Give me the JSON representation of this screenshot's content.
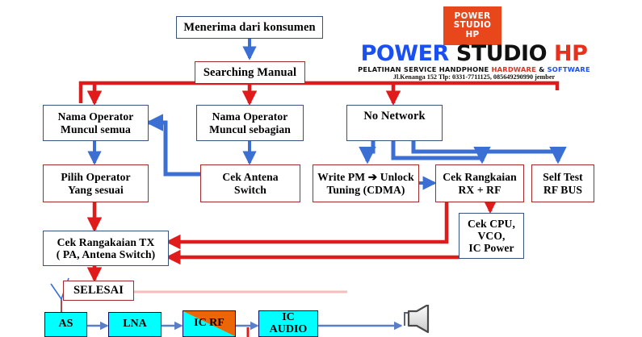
{
  "logo": {
    "mark_line1": "POWER",
    "mark_line2": "STUDIO",
    "mark_line3": "HP",
    "word1": "POWER",
    "word2": "STUDIO",
    "word3": "HP",
    "tagline_1": "PELATIHAN SERVICE HANDPHONE ",
    "tagline_hardware": "HARDWARE",
    "tagline_amp": " & ",
    "tagline_software": "SOFTWARE",
    "address": "Jl.Kenanga 152 Tlp: 0331-7711125, 085649290990 jember",
    "colors": {
      "mark_bg": "#e8471c",
      "blue": "#1b4ff0",
      "dark": "#111111",
      "red": "#e8301c"
    }
  },
  "flow": {
    "nodes": [
      {
        "id": "menerima",
        "label": "Menerima dari konsumen",
        "border": "navy"
      },
      {
        "id": "searching",
        "label": "Searching Manual",
        "border": "red"
      },
      {
        "id": "op_semua",
        "label": "Nama Operator\nMuncul semua",
        "border": "navy"
      },
      {
        "id": "op_sebagian",
        "label": "Nama Operator\nMuncul sebagian",
        "border": "navy"
      },
      {
        "id": "no_network",
        "label": "No Network",
        "border": "navy"
      },
      {
        "id": "pilih_op",
        "label": "Pilih Operator\nYang sesuai",
        "border": "red"
      },
      {
        "id": "cek_antena",
        "label": "Cek Antena\nSwitch",
        "border": "red"
      },
      {
        "id": "write_pm",
        "label": "Write PM ➔ Unlock\nTuning (CDMA)",
        "border": "red"
      },
      {
        "id": "cek_rx_rf",
        "label": "Cek Rangkaian\nRX + RF",
        "border": "red"
      },
      {
        "id": "self_test",
        "label": "Self Test\nRF BUS",
        "border": "red"
      },
      {
        "id": "cek_cpu",
        "label": "Cek CPU,\nVCO,\nIC Power",
        "border": "navy"
      },
      {
        "id": "cek_tx",
        "label": "Cek Rangakaian TX\n( PA, Antena Switch)",
        "border": "navy"
      },
      {
        "id": "selesai",
        "label": "SELESAI",
        "border": "red"
      }
    ],
    "colors": {
      "red_arrow": "#e01b1b",
      "blue_arrow": "#3b6fd4",
      "dark_red_line": "#8c2121",
      "red_border": "#a32b2b",
      "navy_border": "#36527f"
    }
  },
  "signal_chain": {
    "blocks": [
      {
        "id": "as",
        "label": "AS",
        "fill": "#00ffff"
      },
      {
        "id": "lna",
        "label": "LNA",
        "fill": "#00ffff"
      },
      {
        "id": "ic_rf",
        "label": "IC RF",
        "fill": "#ec6608"
      },
      {
        "id": "ic_audio",
        "label": "IC\nAUDIO",
        "fill": "#00ffff"
      }
    ],
    "speaker_icon": "speaker-icon",
    "link_color": "#5b7fc7",
    "border_color": "#0b0b6b"
  }
}
